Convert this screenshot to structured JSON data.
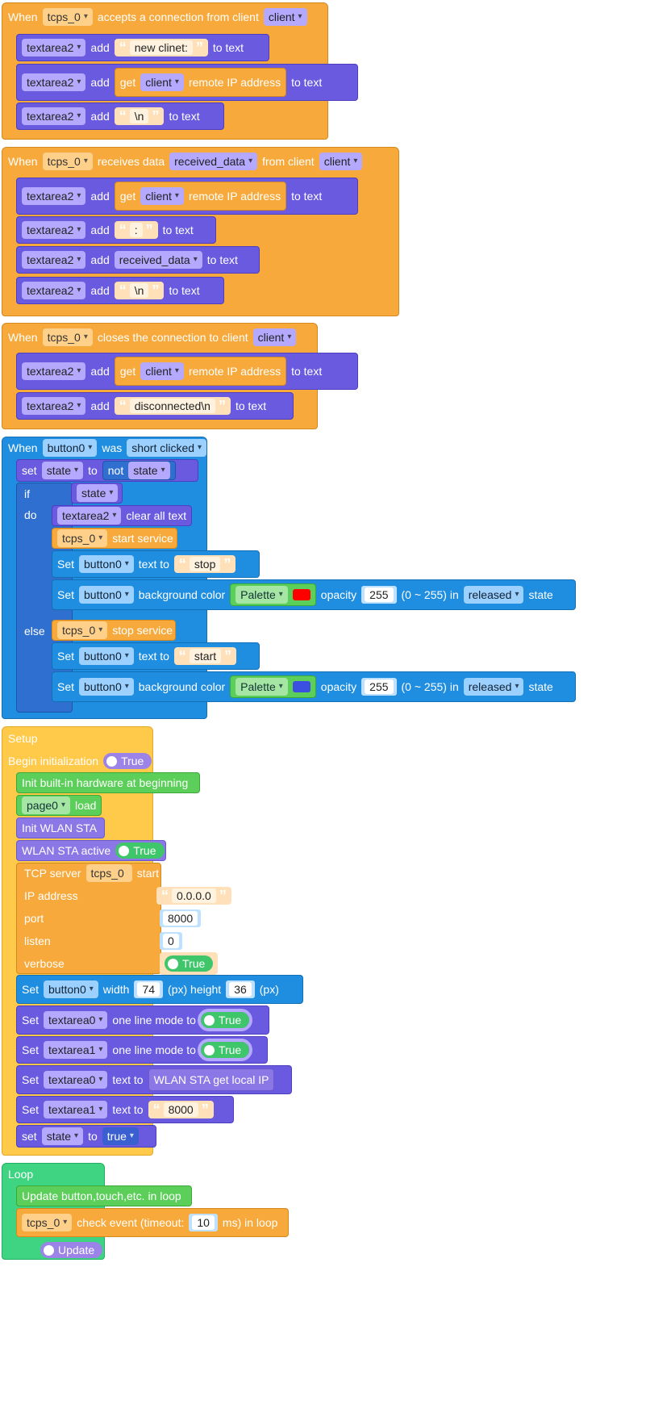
{
  "labels": {
    "when": "When",
    "accepts": "accepts a connection from client",
    "receives": "receives data",
    "from_client": "from client",
    "closes": "closes the connection to client",
    "add": "add",
    "to_text": "to text",
    "get": "get",
    "remote_ip": "remote IP address",
    "was": "was",
    "set_lc": "set",
    "set_uc": "Set",
    "to": "to",
    "not": "not",
    "if": "if",
    "do": "do",
    "else": "else",
    "clear_all": "clear all text",
    "start_service": "start service",
    "stop_service": "stop service",
    "text_to": "text to",
    "bg_color": "background color",
    "palette": "Palette",
    "opacity": "opacity",
    "range_in": "(0 ~ 255) in",
    "state_word": "state",
    "setup": "Setup",
    "begin_init": "Begin initialization",
    "init_hw": "Init built-in hardware at beginning",
    "load": "load",
    "init_wlan": "Init WLAN STA",
    "wlan_active": "WLAN STA active",
    "tcp_server": "TCP server",
    "start": "start",
    "ip_address": "IP address",
    "port": "port",
    "listen": "listen",
    "verbose": "verbose",
    "width": "width",
    "px_height": "(px) height",
    "px": "(px)",
    "one_line": "one line mode to",
    "wlan_get_ip": "WLAN STA get local IP",
    "loop": "Loop",
    "update_loop": "Update button,touch,etc. in loop",
    "check_event": "check event (timeout:",
    "ms_loop": "ms) in loop",
    "update": "Update"
  },
  "vars": {
    "tcps": "tcps_0",
    "client": "client",
    "textarea2": "textarea2",
    "received": "received_data",
    "button0": "button0",
    "short_clicked": "short clicked",
    "state": "state",
    "released": "released",
    "page0": "page0",
    "textarea0": "textarea0",
    "textarea1": "textarea1",
    "true_lc": "true",
    "true_uc": "True"
  },
  "strings": {
    "new_client": "new clinet:",
    "newline": "\\n",
    "colon": ":",
    "disconnected": "disconnected\\n",
    "stop": "stop",
    "start": "start",
    "ip": "0.0.0.0",
    "port_str": "8000"
  },
  "numbers": {
    "opacity": "255",
    "port": "8000",
    "listen": "0",
    "width": "74",
    "height": "36",
    "timeout": "10"
  },
  "colors": {
    "event": "#f7a93b",
    "action": "#6a5ae0",
    "ui": "#1f8ee0",
    "setup": "#ffc94a",
    "loop": "#3fd482",
    "red_swatch": "#ff0000",
    "blue_swatch": "#3b4fe0"
  }
}
